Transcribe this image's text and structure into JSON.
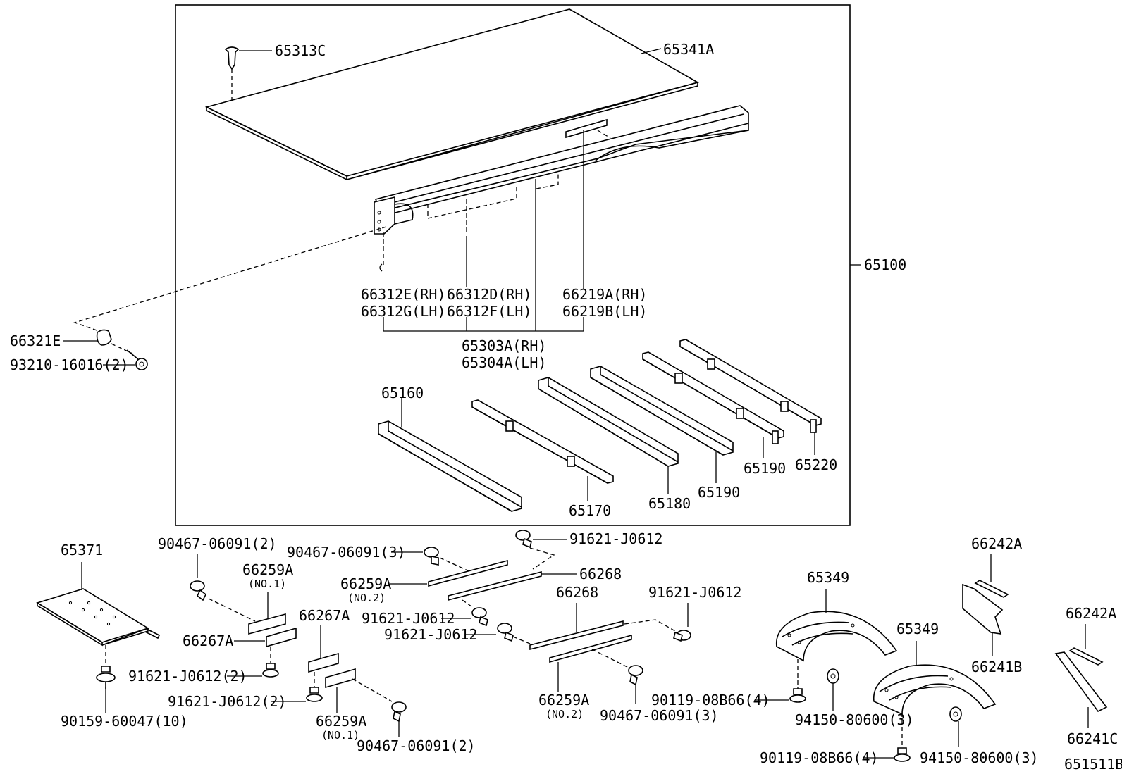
{
  "labels": {
    "p65313C": "65313C",
    "p65341A": "65341A",
    "p65100": "65100",
    "p66312E": "66312E(RH)",
    "p66312G": "66312G(LH)",
    "p66312D": "66312D(RH)",
    "p66312F": "66312F(LH)",
    "p66219A": "66219A(RH)",
    "p66219B": "66219B(LH)",
    "p65303A": "65303A(RH)",
    "p65304A": "65304A(LH)",
    "p66321E": "66321E",
    "p93210": "93210-16016(2)",
    "p65160": "65160",
    "p65170": "65170",
    "p65180": "65180",
    "p65190a": "65190",
    "p65190b": "65190",
    "p65220": "65220",
    "p65371": "65371",
    "p90159": "90159-60047(10)",
    "p90467a": "90467-06091(2)",
    "p66259A1": "66259A",
    "p66259A1sub": "(NO.1)",
    "p66267A1": "66267A",
    "p91621a": "91621-J0612(2)",
    "p91621b": "91621-J0612(2)",
    "p66267A2": "66267A",
    "p66259A2": "66259A",
    "p66259A2sub": "(NO.1)",
    "p90467b": "90467-06091(2)",
    "p90467c": "90467-06091(3)",
    "p66259A3": "66259A",
    "p66259A3sub": "(NO.2)",
    "p91621c": "91621-J0612",
    "p91621d": "91621-J0612",
    "p91621e": "91621-J0612",
    "p66268a": "66268",
    "p66268b": "66268",
    "p91621f": "91621-J0612",
    "p66259A4": "66259A",
    "p66259A4sub": "(NO.2)",
    "p90467d": "90467-06091(3)",
    "p65349a": "65349",
    "p65349b": "65349",
    "p90119a": "90119-08B66(4)",
    "p94150a": "94150-80600(3)",
    "p90119b": "90119-08B66(4)",
    "p94150b": "94150-80600(3)",
    "p66242Aa": "66242A",
    "p66241B": "66241B",
    "p66242Ab": "66242A",
    "p66241C": "66241C",
    "figref": "651511B"
  }
}
